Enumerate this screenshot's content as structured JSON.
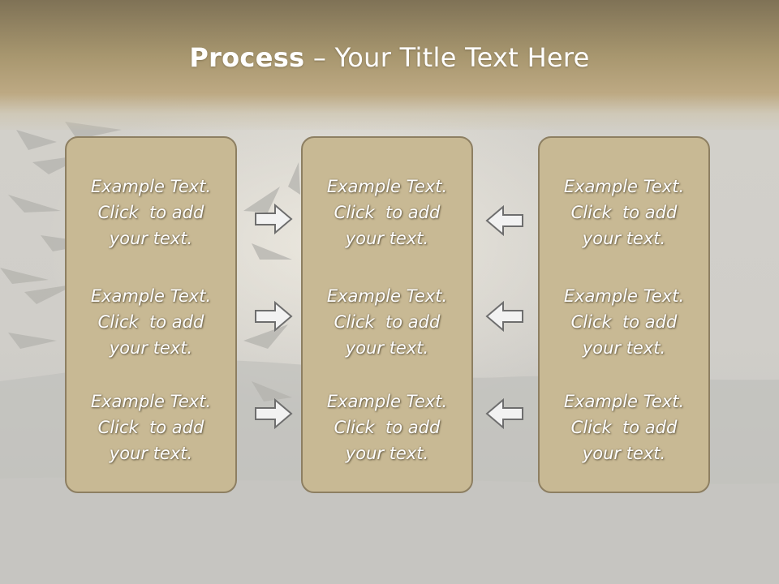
{
  "title": {
    "bold": "Process",
    "rest": " – Your Title Text Here"
  },
  "columns": [
    {
      "items": [
        [
          "Example Text.",
          "Click  to add",
          "your text."
        ],
        [
          "Example Text.",
          "Click  to add",
          "your text."
        ],
        [
          "Example Text.",
          "Click  to add",
          "your text."
        ]
      ]
    },
    {
      "items": [
        [
          "Example Text.",
          "Click  to add",
          "your text."
        ],
        [
          "Example Text.",
          "Click  to add",
          "your text."
        ],
        [
          "Example Text.",
          "Click  to add",
          "your text."
        ]
      ]
    },
    {
      "items": [
        [
          "Example Text.",
          "Click  to add",
          "your text."
        ],
        [
          "Example Text.",
          "Click  to add",
          "your text."
        ],
        [
          "Example Text.",
          "Click  to add",
          "your text."
        ]
      ]
    }
  ],
  "arrows": {
    "left_group": [
      "arrow-right-icon",
      "arrow-right-icon",
      "arrow-right-icon"
    ],
    "right_group": [
      "arrow-left-icon",
      "arrow-left-icon",
      "arrow-left-icon"
    ]
  },
  "colors": {
    "title_band": "#a8976f",
    "card_fill": "#c8b994",
    "card_border": "#8d7f62",
    "arrow_fill": "#f2f2f2",
    "arrow_stroke": "#6e6e6e"
  }
}
